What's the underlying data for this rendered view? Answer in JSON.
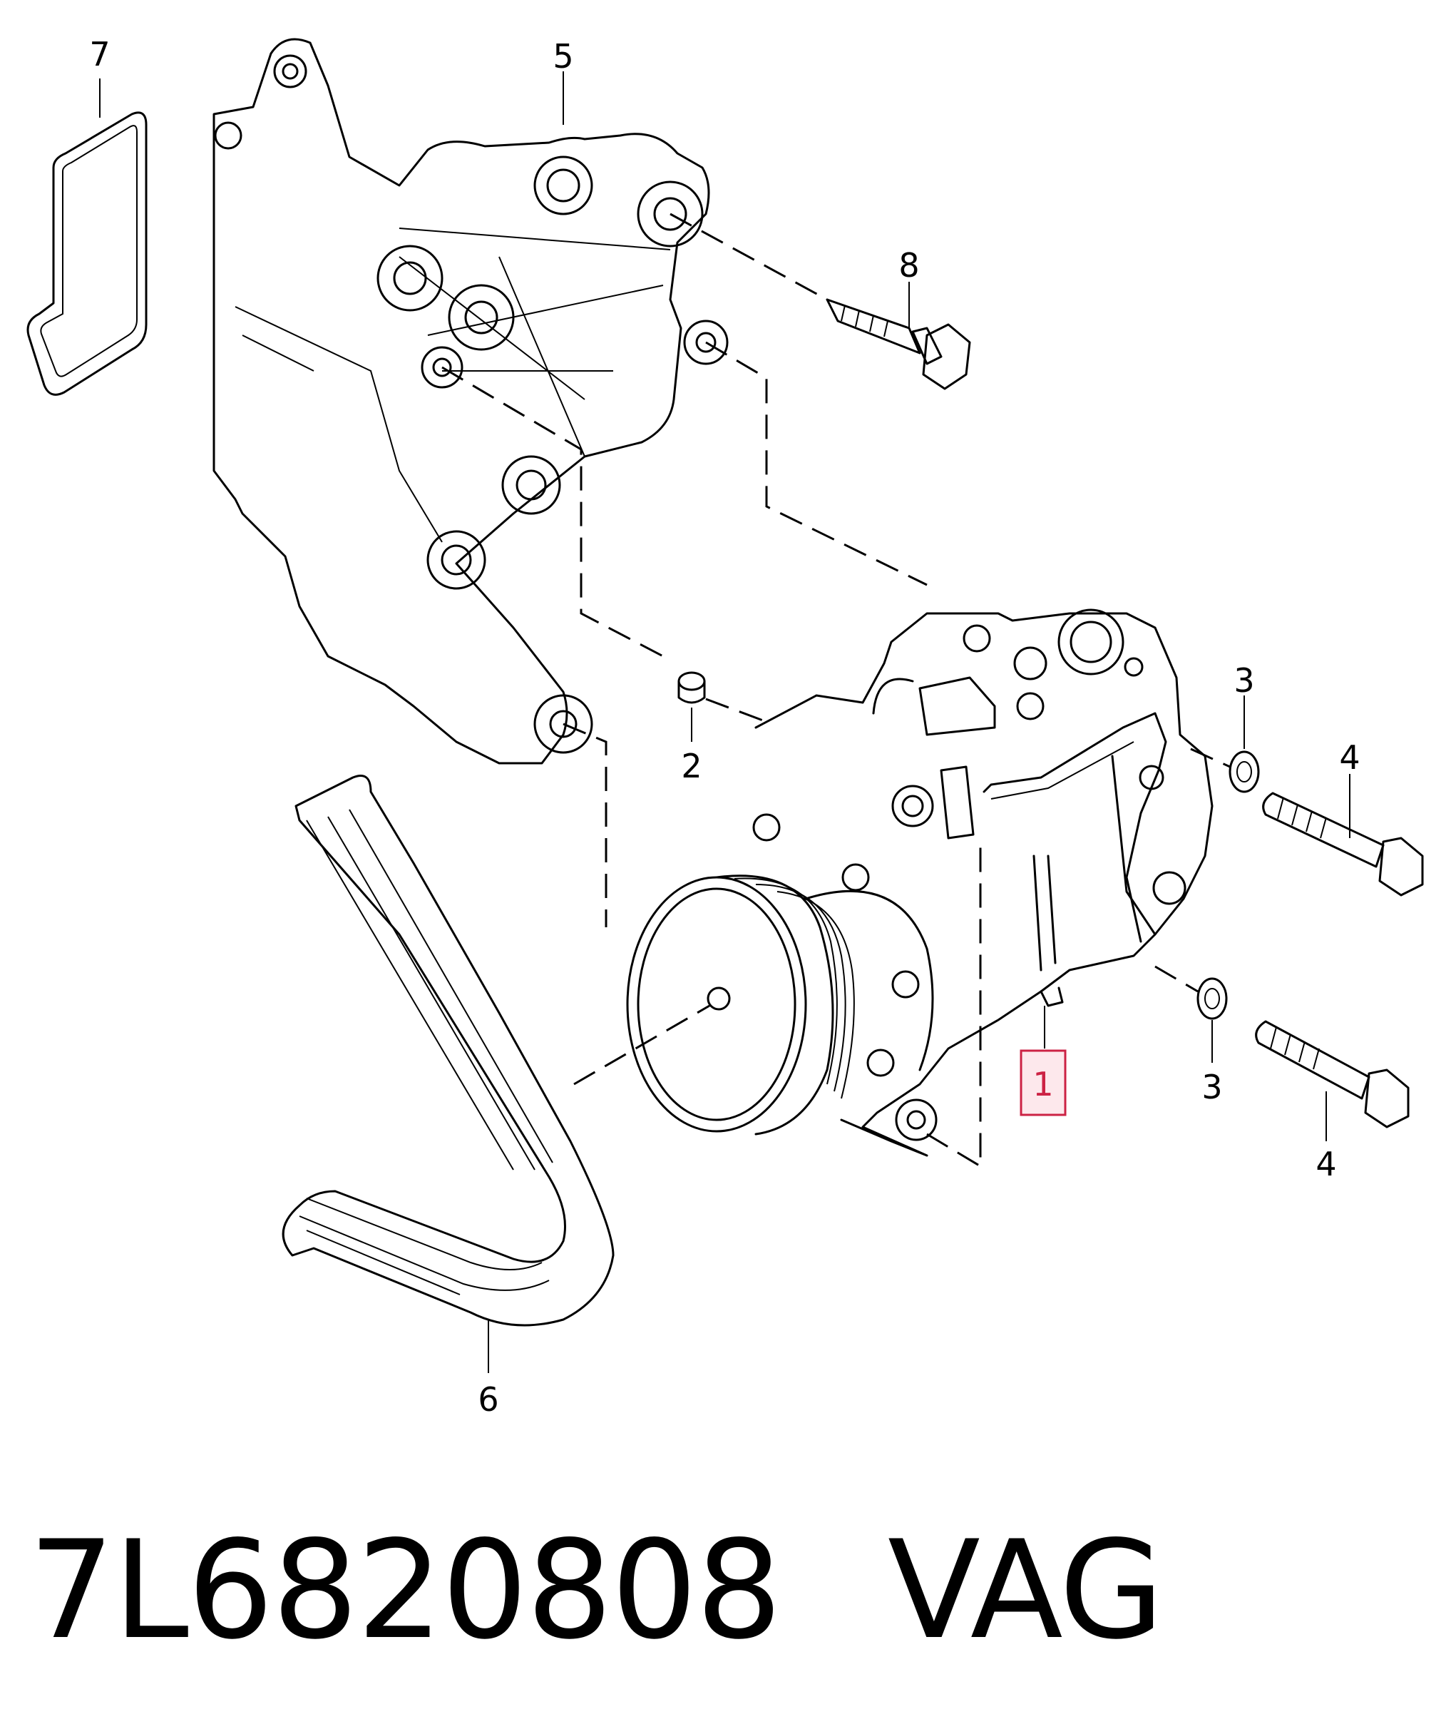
{
  "callouts": {
    "c1": "1",
    "c2": "2",
    "c3a": "3",
    "c3b": "3",
    "c4a": "4",
    "c4b": "4",
    "c5": "5",
    "c6": "6",
    "c7": "7",
    "c8": "8"
  },
  "highlight_color": "#cc2244",
  "footer": {
    "part_number": "7L6820808",
    "brand": "VAG"
  }
}
